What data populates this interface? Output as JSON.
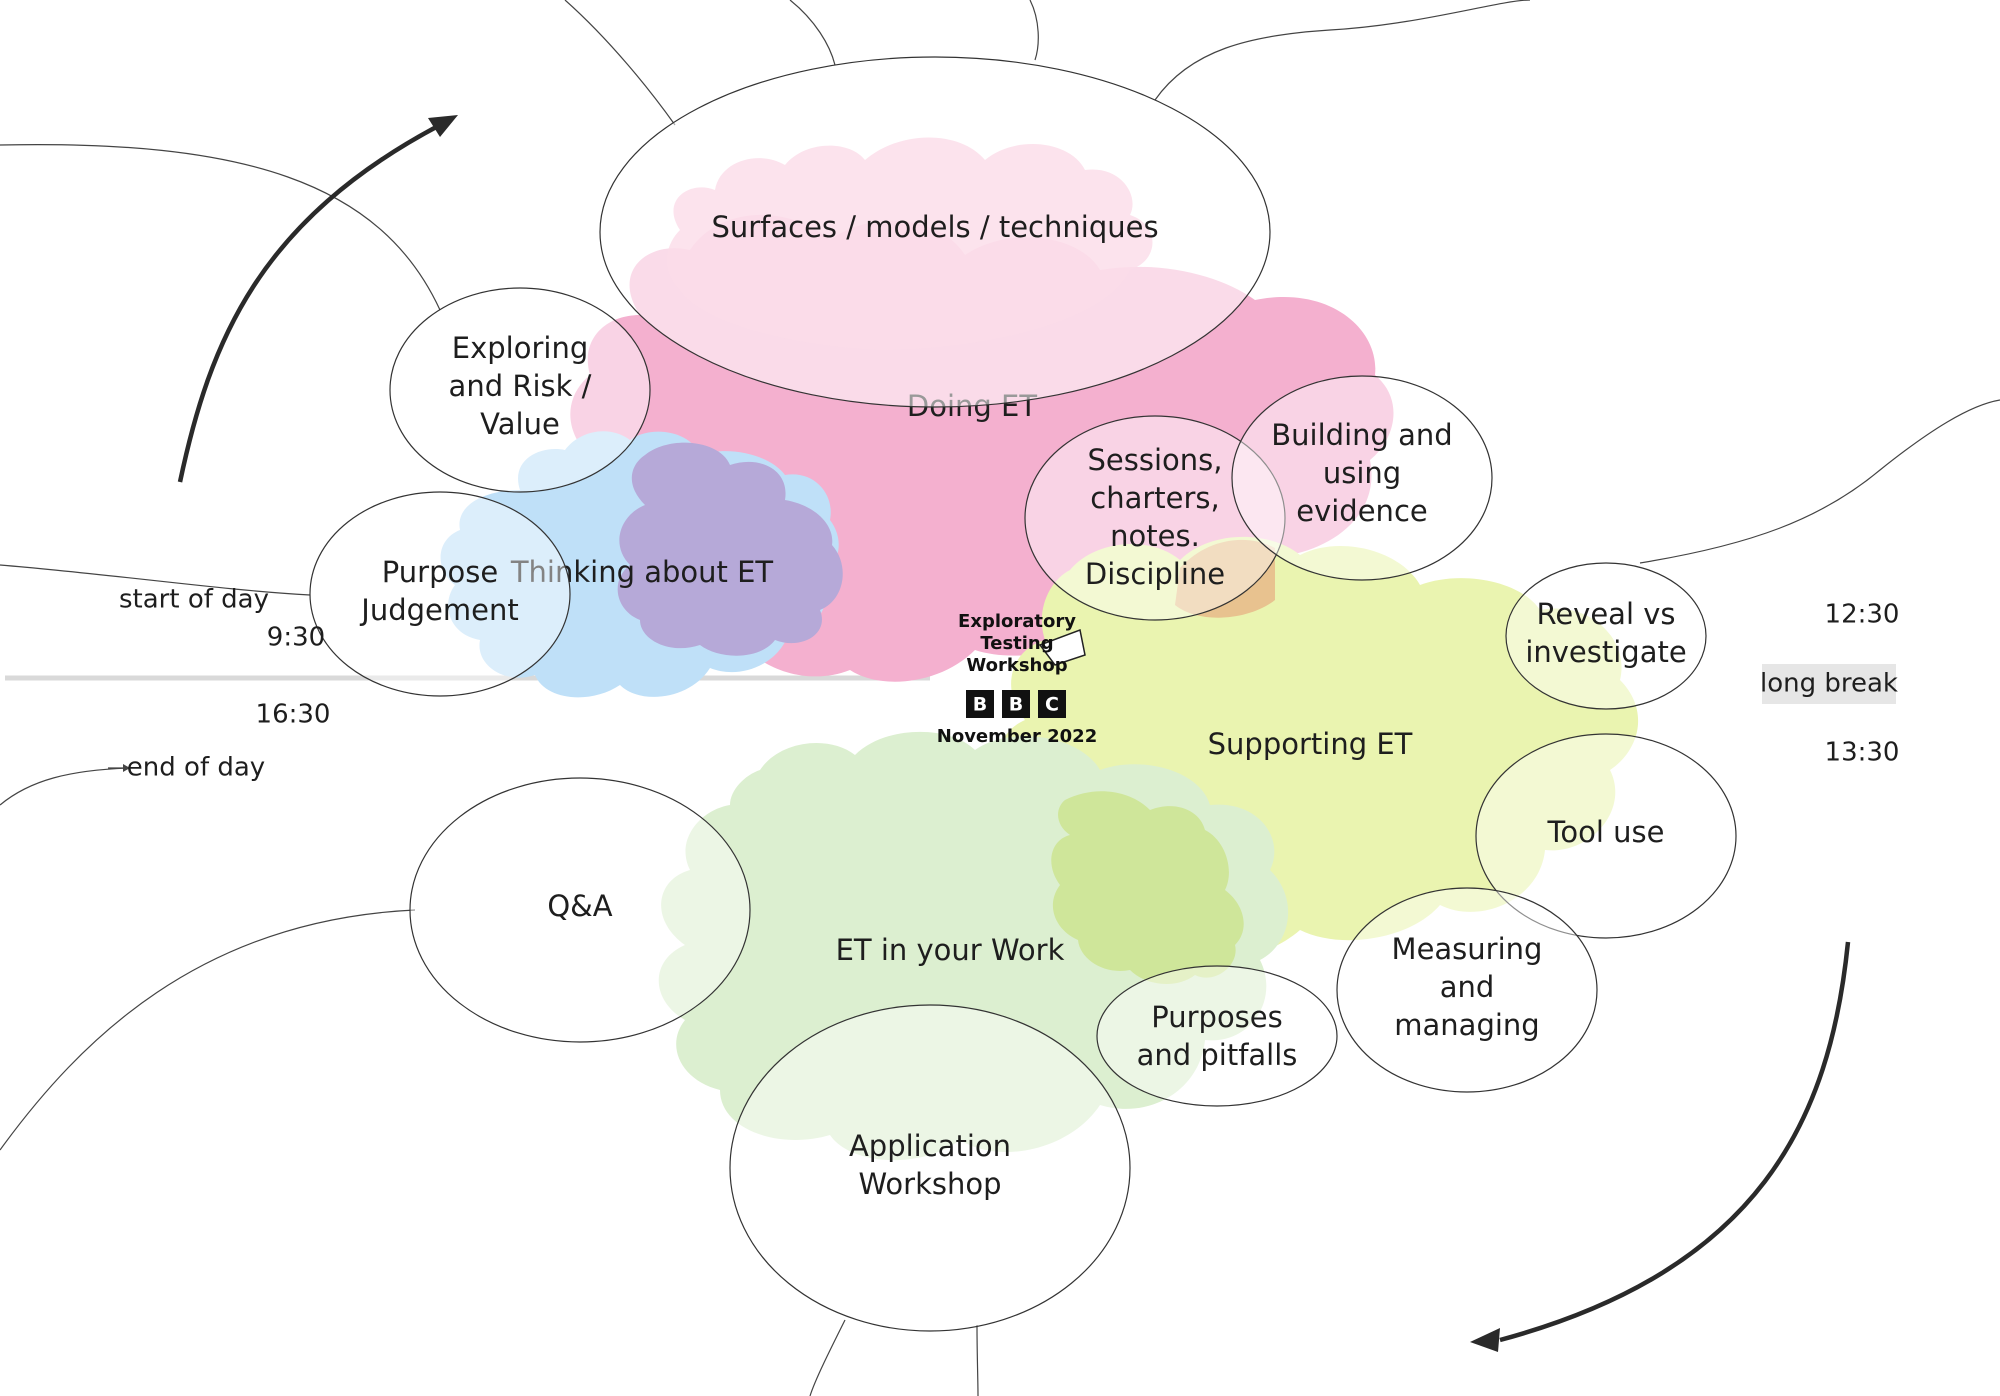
{
  "clouds": {
    "doing": "Doing ET",
    "thinking": "Thinking about ET",
    "supporting": "Supporting ET",
    "work": "ET in your Work"
  },
  "bubbles": {
    "surfaces": "Surfaces / models / techniques",
    "exploring": [
      "Exploring",
      "and Risk /",
      "Value"
    ],
    "purpose": [
      "Purpose",
      "Judgement"
    ],
    "sessions": [
      "Sessions,",
      "charters,",
      "notes.",
      "Discipline"
    ],
    "evidence": [
      "Building and",
      "using",
      "evidence"
    ],
    "reveal": [
      "Reveal vs",
      "investigate"
    ],
    "tool": "Tool use",
    "measuring": [
      "Measuring",
      "and",
      "managing"
    ],
    "qa": "Q&A",
    "pitfalls": [
      "Purposes",
      "and pitfalls"
    ],
    "application": [
      "Application",
      "Workshop"
    ]
  },
  "timeline": {
    "start_label": "start of day",
    "start_time": "9:30",
    "end_time": "16:30",
    "end_label": "end of day",
    "midday_start": "12:30",
    "break_label": "long break",
    "midday_end": "13:30"
  },
  "logo": {
    "lines": [
      "Exploratory",
      "Testing",
      "Workshop"
    ],
    "bbc": [
      "B",
      "B",
      "C"
    ],
    "date": "November 2022"
  },
  "colors": {
    "doing": "#f4b0cf",
    "thinking": "#bfe0f8",
    "thinking_overlap": "#b6a9d8",
    "supporting": "#eaf4b0",
    "supporting_overlap": "#cfe69a",
    "work": "#dcefd0",
    "sessions_overlap": "#e8c28f"
  }
}
